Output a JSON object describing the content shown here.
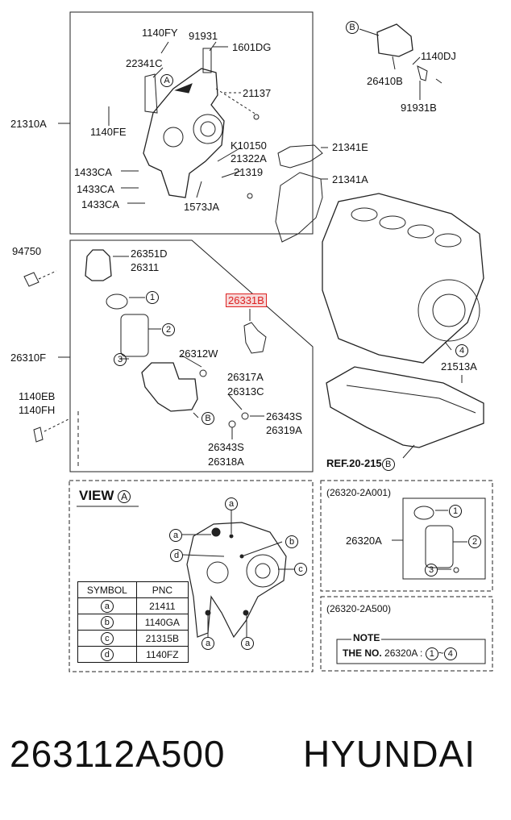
{
  "top_panel": {
    "section_code": "21310A",
    "callout_a": "A",
    "labels": {
      "l_1140FY": "1140FY",
      "l_91931": "91931",
      "l_1601DG": "1601DG",
      "l_22341C": "22341C",
      "l_21137": "21137",
      "l_1140FE": "1140FE",
      "l_K10150": "K10150",
      "l_21322A": "21322A",
      "l_21319": "21319",
      "l_1433CA_1": "1433CA",
      "l_1433CA_2": "1433CA",
      "l_1433CA_3": "1433CA",
      "l_1573JA": "1573JA"
    }
  },
  "right_top": {
    "callout_b": "B",
    "l_1140DJ": "1140DJ",
    "l_26410B": "26410B",
    "l_91931B": "91931B",
    "l_21341E": "21341E",
    "l_21341A": "21341A"
  },
  "filter_panel": {
    "section_code": "26310F",
    "l_94750": "94750",
    "l_26351D": "26351D",
    "l_26311": "26311",
    "l_26331B": "26331B",
    "l_26312W": "26312W",
    "l_26317A": "26317A",
    "l_26313C": "26313C",
    "l_26343S_1": "26343S",
    "l_26319A": "26319A",
    "l_26343S_2": "26343S",
    "l_26318A": "26318A",
    "l_1140EB": "1140EB",
    "l_1140FH": "1140FH",
    "num_1": "1",
    "num_2": "2",
    "num_3": "3",
    "callout_b": "B"
  },
  "block": {
    "num_4": "4",
    "l_21513A": "21513A",
    "ref_prefix": "REF.20-215",
    "ref_b": "B"
  },
  "view_a": {
    "title": "VIEW",
    "title_letter": "A",
    "markers": {
      "a": "a",
      "b": "b",
      "c": "c",
      "d": "d"
    },
    "table": {
      "headers": [
        "SYMBOL",
        "PNC"
      ],
      "rows": [
        {
          "symbol": "a",
          "pnc": "21411"
        },
        {
          "symbol": "b",
          "pnc": "1140GA"
        },
        {
          "symbol": "c",
          "pnc": "21315B"
        },
        {
          "symbol": "d",
          "pnc": "1140FZ"
        }
      ]
    }
  },
  "kit1": {
    "title": "(26320-2A001)",
    "code": "26320A",
    "n1": "1",
    "n2": "2",
    "n3": "3"
  },
  "kit2": {
    "title": "(26320-2A500)",
    "note_title": "NOTE",
    "note_prefix": "THE NO.",
    "note_code": "26320A :",
    "note_from": "1",
    "note_sep": "~",
    "note_to": "4"
  },
  "footer": {
    "part_number": "263112A500",
    "brand": "HYUNDAI"
  }
}
